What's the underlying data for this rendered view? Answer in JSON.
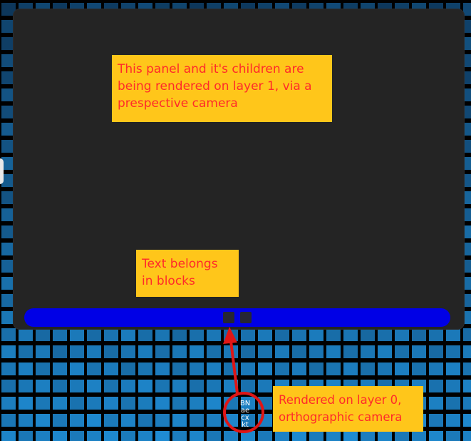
{
  "annotations": {
    "panel_note": "This panel and it's children are being rendered on layer 1, via a prespective camera",
    "text_note": "Text belongs in blocks",
    "layer_note": "Rendered on layer 0, orthographic camera"
  },
  "scene": {
    "rendered_text_lines": [
      "BN",
      "ae",
      "cx",
      "kt"
    ]
  },
  "colors": {
    "panel": "#242424",
    "bar": "#0000e6",
    "note_background": "#ffc61a",
    "note_text": "#ff2a2a",
    "highlight": "#e01616",
    "tile": "#1a5f9e"
  }
}
